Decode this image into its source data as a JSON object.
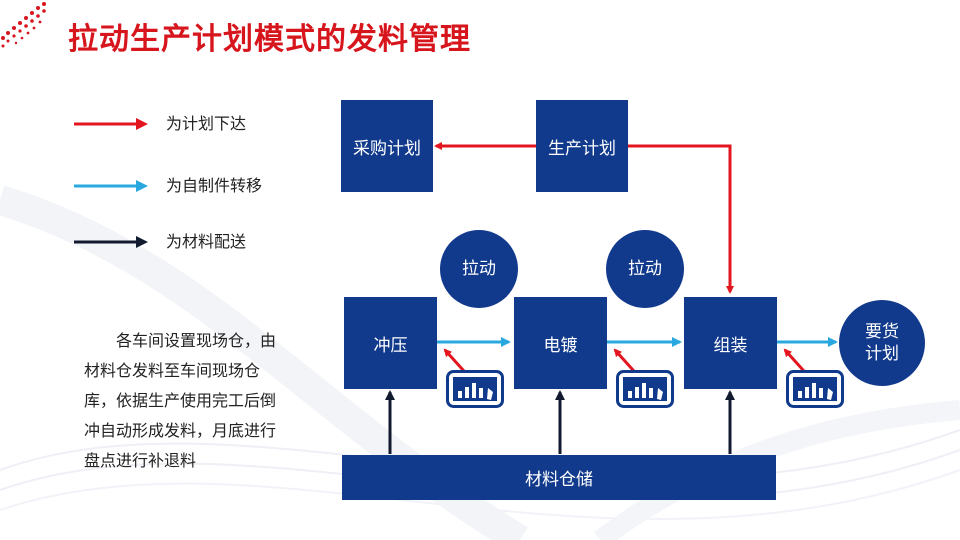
{
  "title": "拉动生产计划模式的发料管理",
  "legend": [
    {
      "label": "为计划下达",
      "color": "#e3151e"
    },
    {
      "label": "为自制件转移",
      "color": "#29a8e0"
    },
    {
      "label": "为材料配送",
      "color": "#111a2e"
    }
  ],
  "description": "各车间设置现场仓，由材料仓发料至车间现场仓库，依据生产使用完工后倒冲自动形成发料，月底进行盘点进行补退料",
  "nodes": {
    "purchase_plan": "采购计划",
    "production_plan": "生产计划",
    "stamping": "冲压",
    "plating": "电镀",
    "assembly": "组装",
    "warehouse": "材料仓储",
    "pull_1": "拉动",
    "pull_2": "拉动",
    "demand_plan": "要货计划"
  },
  "colors": {
    "box": "#123a8c",
    "title": "#d7151d",
    "plan_arrow": "#e3151e",
    "transfer_arrow": "#29a8e0",
    "material_arrow": "#111a2e"
  }
}
